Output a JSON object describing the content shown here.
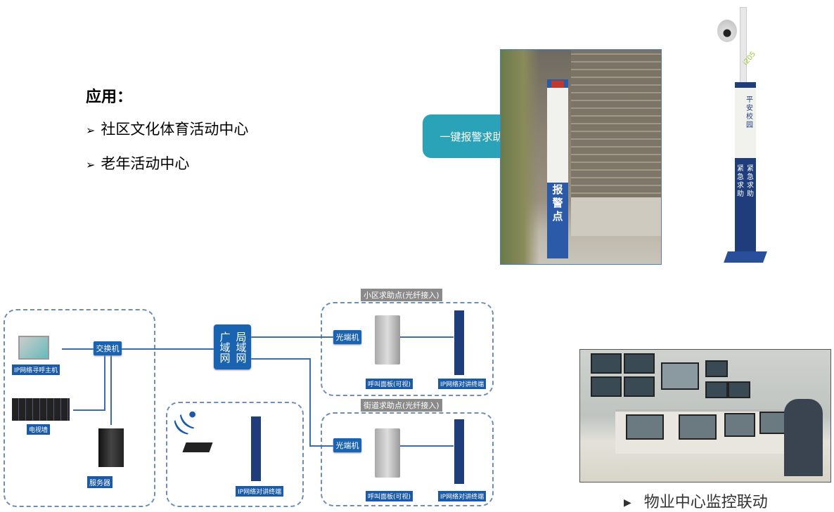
{
  "heading": "应用：",
  "bullets": [
    "社区文化体育活动中心",
    "老年活动中心"
  ],
  "bullet_icon": "arrowhead-bullet",
  "callout": "一键报警求助",
  "photo1": {
    "pole_text": "报警点"
  },
  "photo2": {
    "top_text": "平安校园",
    "body_text_left": "紧急求助",
    "body_text_right": "紧急求助",
    "tag": "i205"
  },
  "diagram": {
    "group_community": "小区求助点(光纤接入)",
    "group_street": "街道求助点(光纤接入)",
    "switch": "交换机",
    "network_left": "广域网",
    "network_right": "局域网",
    "optical1": "光端机",
    "optical2": "光端机",
    "host": "IP网络寻呼主机",
    "tv_wall": "电视墙",
    "server": "服务器",
    "wireless_terminal": "IP网络对讲终端",
    "panel1": "呼叫面板(可视)",
    "terminal1": "IP网络对讲终端",
    "panel2": "呼叫面板(可视)",
    "terminal2": "IP网络对讲终端"
  },
  "control_caption": "物业中心监控联动",
  "colors": {
    "callout": "#2aa3b8",
    "pole_blue": "#2a5aa8",
    "node_blue": "#1a63b0"
  }
}
